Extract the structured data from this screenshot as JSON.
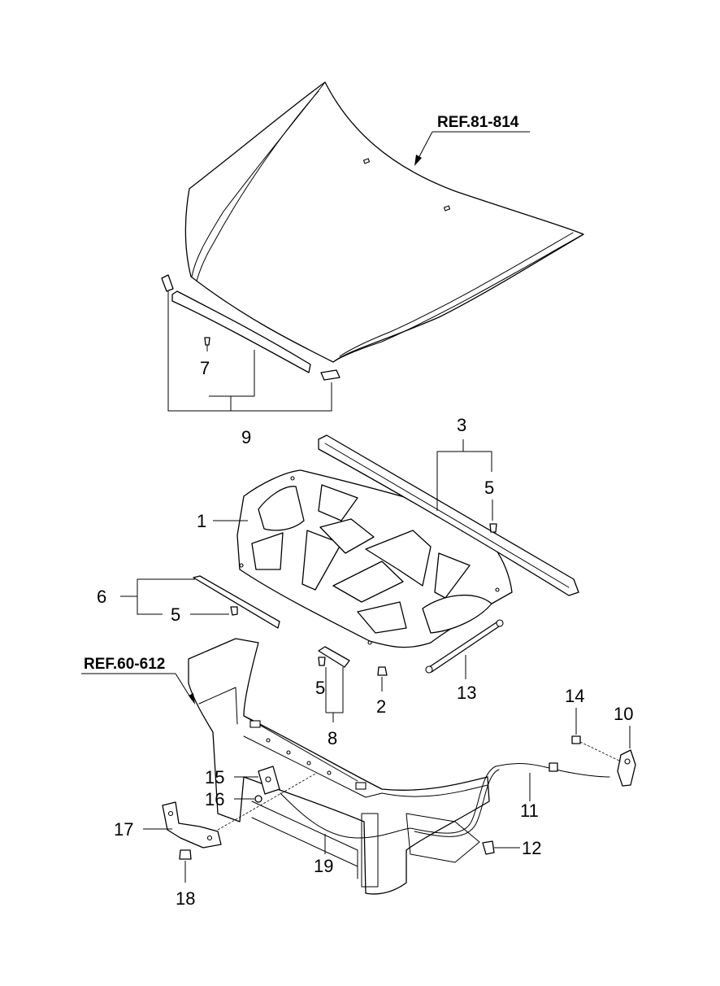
{
  "references": {
    "hood_ref": "REF.81-814",
    "carrier_ref": "REF.60-612"
  },
  "callouts": {
    "c1": "1",
    "c2": "2",
    "c3": "3",
    "c5a": "5",
    "c5b": "5",
    "c5c": "5",
    "c6": "6",
    "c7": "7",
    "c8": "8",
    "c9": "9",
    "c10": "10",
    "c11": "11",
    "c12": "12",
    "c13": "13",
    "c14": "14",
    "c15": "15",
    "c16": "16",
    "c17": "17",
    "c18": "18",
    "c19": "19"
  }
}
